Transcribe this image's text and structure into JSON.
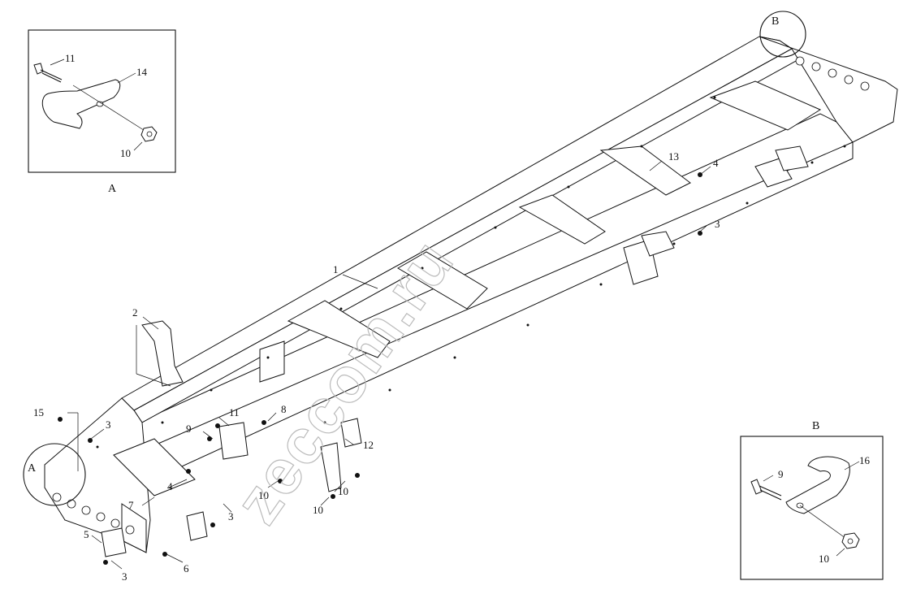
{
  "watermark": "zeccom.ru",
  "detail_a": {
    "caption": "A",
    "callouts": [
      "11",
      "14",
      "10"
    ]
  },
  "detail_b": {
    "caption": "B",
    "callouts": [
      "9",
      "16",
      "10"
    ]
  },
  "circle_labels": {
    "a": "A",
    "b": "B"
  },
  "callouts": {
    "c1": "1",
    "c2": "2",
    "c3a": "3",
    "c3b": "3",
    "c3c": "3",
    "c3d": "3",
    "c4a": "4",
    "c4b": "4",
    "c5": "5",
    "c6": "6",
    "c7": "7",
    "c8": "8",
    "c9": "9",
    "c10a": "10",
    "c10b": "10",
    "c10c": "10",
    "c11": "11",
    "c12": "12",
    "c13": "13",
    "c15": "15"
  }
}
